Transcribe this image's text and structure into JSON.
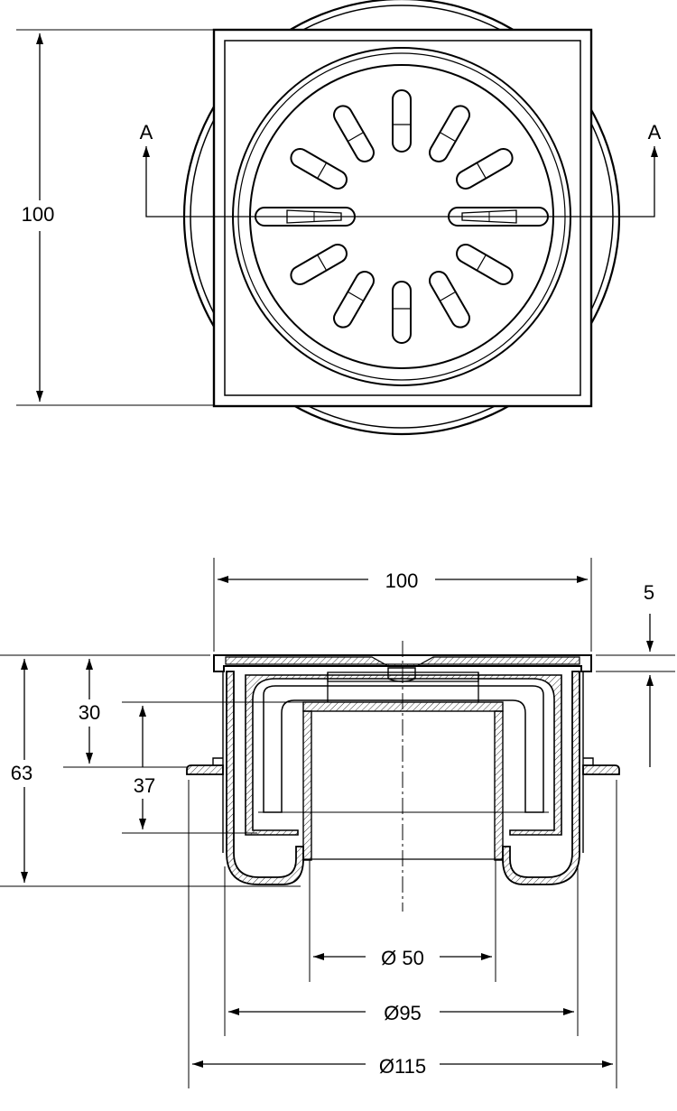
{
  "top_view": {
    "height_label": "100",
    "section_mark_left": "A",
    "section_mark_right": "A"
  },
  "section_view": {
    "width_label": "100",
    "rim_label": "5",
    "total_height_label": "63",
    "upper_depth_label": "30",
    "inner_depth_label": "37",
    "outlet_diameter_label": "Ø 50",
    "body_diameter_label": "Ø95",
    "flange_diameter_label": "Ø115"
  }
}
